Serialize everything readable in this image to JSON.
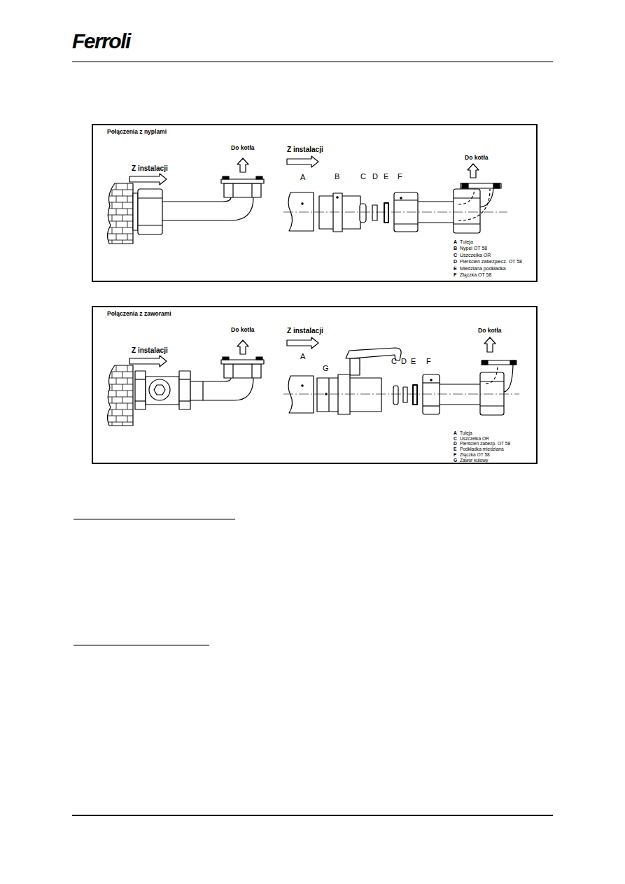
{
  "diagram": {
    "nodes": [
      {
        "text": [
          "Połączenia z nyplami"
        ]
      },
      {
        "text": [
          "Połączenia z zaworami"
        ]
      }
    ],
    "labels": [
      "Ferroli",
      "Z instalacji",
      "Do kotła",
      "Z instalacji",
      "A",
      "B",
      "C",
      "D",
      "E",
      "F",
      "Do kotła",
      "A",
      "Tuleja",
      "B",
      "Nypel OT 58",
      "C",
      "Uszczelka OR",
      "D",
      "Pierścień zabezpiecz. OT 58",
      "E",
      "Miedziana podkładka",
      "F",
      "Złączka OT 58",
      "Z instalacji",
      "Do kotła",
      "Z instalacji",
      "A",
      "G",
      "C",
      "D",
      "E",
      "F",
      "Do kotła",
      "A",
      "Tuleja",
      "C",
      "Uszczelka OR",
      "D",
      "Pierścień zabezp. OT 58",
      "E",
      "Podkładka miedziana",
      "F",
      "Złączka OT 58",
      "G",
      "Zawór kulowy"
    ]
  }
}
